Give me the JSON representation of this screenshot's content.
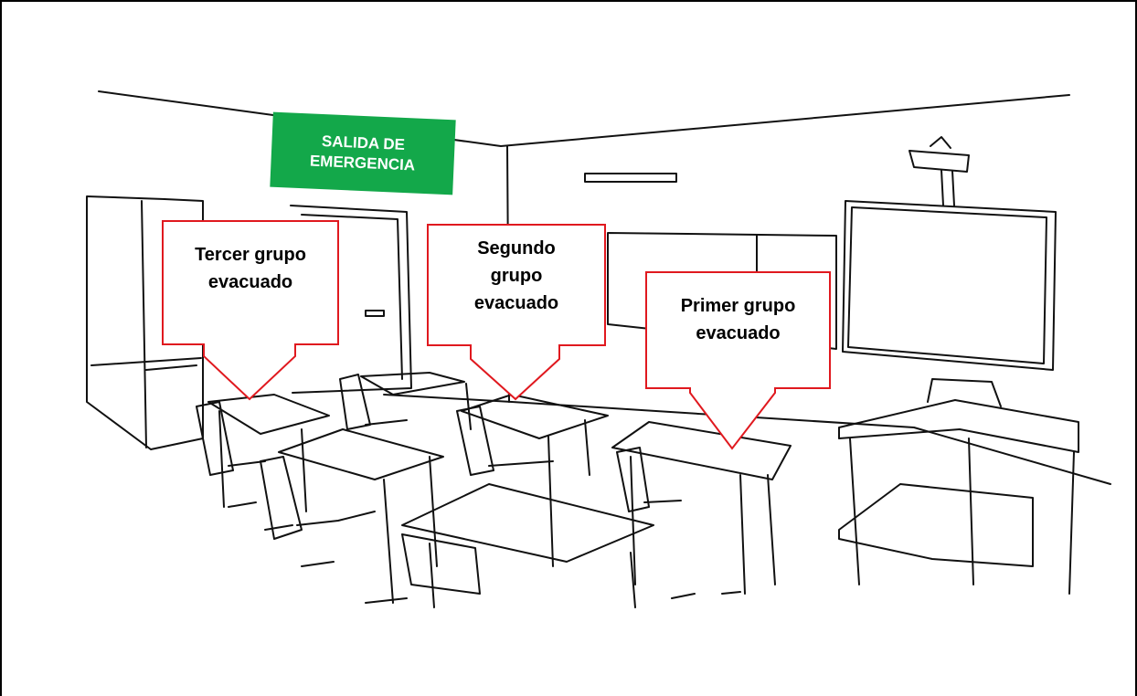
{
  "exit_sign": {
    "line1": "SALIDA DE",
    "line2": "EMERGENCIA",
    "color": "#13a84a"
  },
  "callouts": [
    {
      "id": "tercer",
      "lines": [
        "Tercer grupo",
        "evacuado"
      ]
    },
    {
      "id": "segundo",
      "lines": [
        "Segundo",
        "grupo",
        "evacuado"
      ]
    },
    {
      "id": "primer",
      "lines": [
        "Primer grupo",
        "evacuado"
      ]
    }
  ],
  "colors": {
    "callout_border": "#e0191f",
    "callout_fill": "#ffffff",
    "sketch_line": "#111111"
  }
}
